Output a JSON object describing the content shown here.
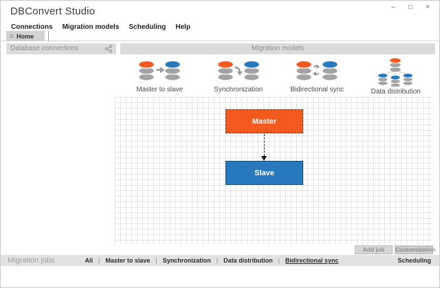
{
  "window": {
    "title": "DBConvert Studio"
  },
  "icons": {
    "minimize": "–",
    "maximize": "□",
    "close": "×",
    "home": "⌂"
  },
  "menu": {
    "items": [
      "Connections",
      "Migration models",
      "Scheduling",
      "Help"
    ]
  },
  "tabs": {
    "home": {
      "label": "Home"
    }
  },
  "panels": {
    "connections": {
      "title": "Database connections"
    },
    "models": {
      "title": "Migration models",
      "items": [
        {
          "label": "Master to slave"
        },
        {
          "label": "Synchronization"
        },
        {
          "label": "Bidirectional sync"
        },
        {
          "label": "Data distribution"
        }
      ]
    }
  },
  "canvas": {
    "nodes": [
      {
        "label": "Master",
        "color": "#f4591f",
        "border": "dashed"
      },
      {
        "label": "Slave",
        "color": "#2878be",
        "border": "solid"
      }
    ],
    "connector": "dashed-arrow-down"
  },
  "buttons": {
    "add_job": "Add job",
    "customization": "Customization"
  },
  "status_bar": {
    "left_label": "Migration jobs",
    "separator": "|",
    "filters": [
      "All",
      "Master to slave",
      "Synchronization",
      "Data distribution",
      "Bidirectional sync"
    ],
    "active_filter": "Bidirectional sync",
    "right_label": "Scheduling"
  },
  "colors": {
    "accent_orange": "#f4591f",
    "accent_blue": "#2878be",
    "disk_gray": "#a3a3a3",
    "header_gray": "#dbdbdb"
  }
}
